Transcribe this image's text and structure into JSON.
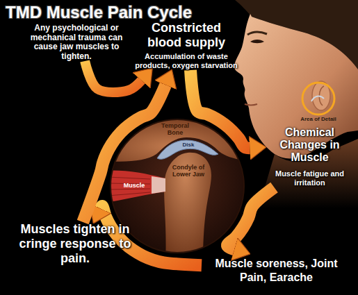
{
  "diagram": {
    "title": "TMD Muscle Pain Cycle",
    "nodes": [
      {
        "text": [
          "Any psychological or mechanical trauma can cause jaw muscles to tighten."
        ]
      },
      {
        "text": [
          "Constricted blood supply",
          "Accumulation of waste products, oxygen starvation"
        ]
      },
      {
        "text": [
          "Chemical Changes in Muscle",
          "Muscle fatigue and irritation"
        ]
      },
      {
        "text": [
          "Muscles tighten in cringe response to pain."
        ]
      },
      {
        "text": [
          "Muscle soreness, Joint Pain, Earache"
        ]
      }
    ],
    "edges": [
      {
        "from": 0,
        "to": 1,
        "arrow": "to"
      },
      {
        "from": 1,
        "to": 2,
        "arrow": "to"
      },
      {
        "from": 2,
        "to": 4,
        "arrow": "to"
      },
      {
        "from": 4,
        "to": 3,
        "arrow": "to"
      },
      {
        "from": 3,
        "to": 1,
        "arrow": "to"
      }
    ],
    "labels": [
      "Area of Detail",
      "Temporal Bone",
      "Disk",
      "Condyle of Lower Jaw",
      "Muscle"
    ]
  }
}
